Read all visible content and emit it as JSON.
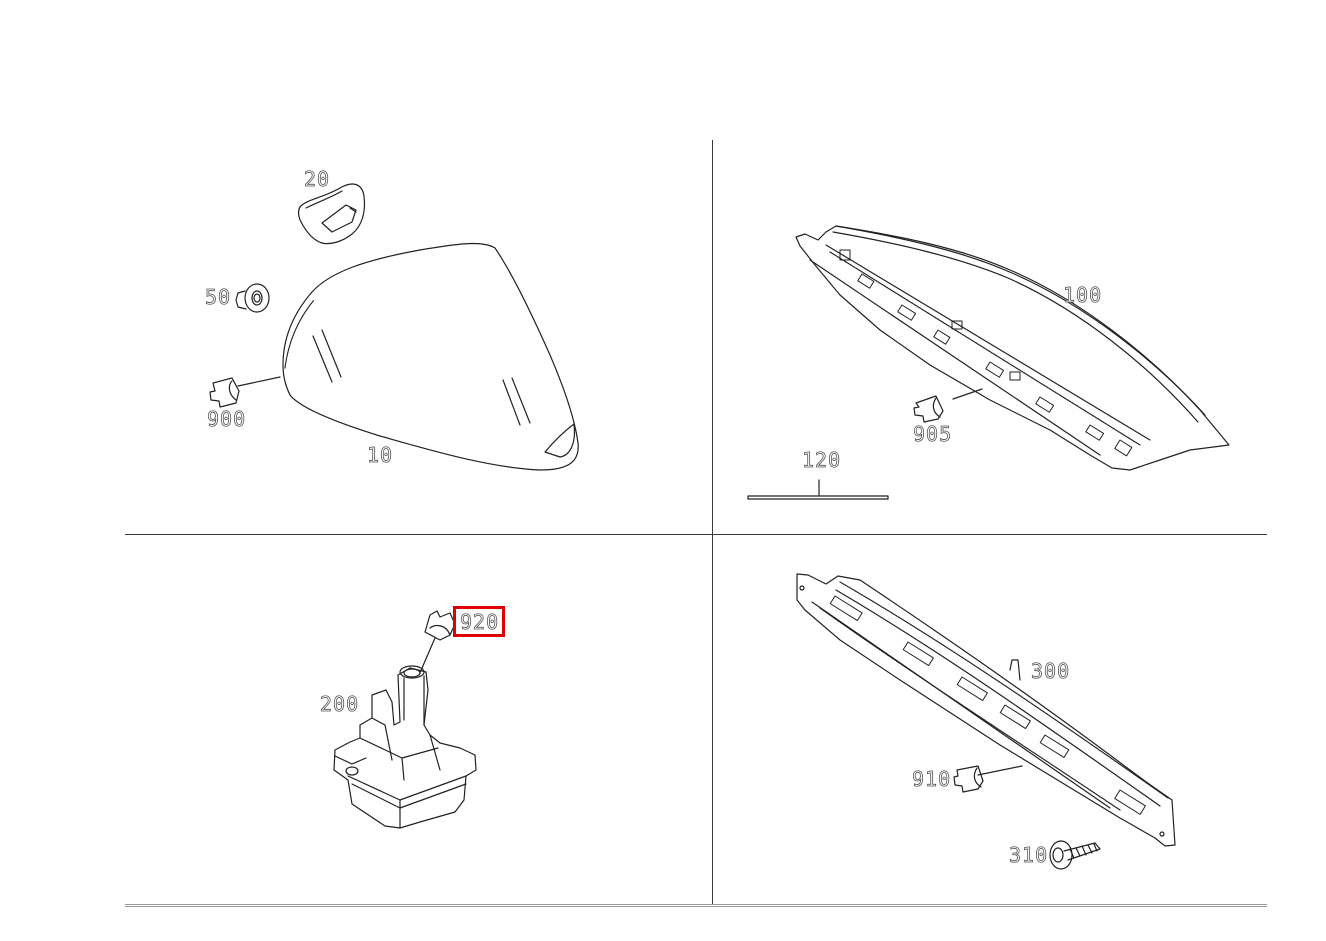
{
  "diagram": {
    "type": "exploded parts diagram",
    "panels": [
      {
        "id": "top-left",
        "parts": [
          {
            "callout": "20",
            "description": "clip cover"
          },
          {
            "callout": "50",
            "description": "grommet nut"
          },
          {
            "callout": "900",
            "description": "clip"
          },
          {
            "callout": "10",
            "description": "lens / glass cover"
          }
        ]
      },
      {
        "id": "top-right",
        "parts": [
          {
            "callout": "100",
            "description": "light housing assembly"
          },
          {
            "callout": "905",
            "description": "clip"
          },
          {
            "callout": "120",
            "description": "strip / seal"
          }
        ]
      },
      {
        "id": "bottom-left",
        "parts": [
          {
            "callout": "920",
            "description": "clip",
            "highlighted": true
          },
          {
            "callout": "200",
            "description": "camera / sensor module"
          }
        ]
      },
      {
        "id": "bottom-right",
        "parts": [
          {
            "callout": "300",
            "description": "bracket rail"
          },
          {
            "callout": "910",
            "description": "clip"
          },
          {
            "callout": "310",
            "description": "screw"
          }
        ]
      }
    ],
    "highlight_color": "#e00000"
  }
}
